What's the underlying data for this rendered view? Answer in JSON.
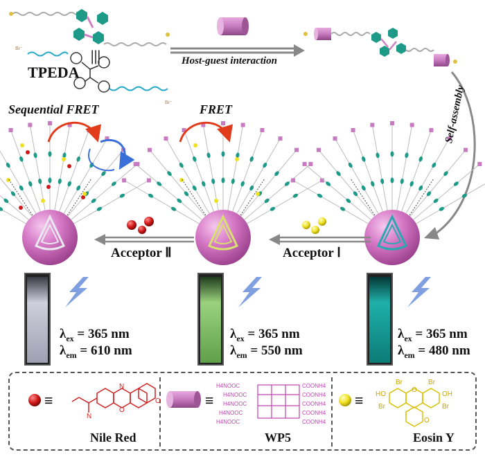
{
  "top": {
    "tpeda_label": "TPEDA",
    "host_guest_label": "Host-guest interaction",
    "self_assembly_label": "Self-assembly"
  },
  "panels": [
    {
      "id": "left",
      "fret_label": "Sequential FRET",
      "acceptor_label": "Acceptor Ⅱ",
      "lambda_ex": "= 365 nm",
      "lambda_em": "= 610 nm",
      "color": "#c8cad8"
    },
    {
      "id": "middle",
      "fret_label": "FRET",
      "acceptor_label": "Acceptor Ⅰ",
      "lambda_ex": "= 365 nm",
      "lambda_em": "= 550 nm",
      "color": "#8cc870"
    },
    {
      "id": "right",
      "fret_label": "",
      "acceptor_label": "",
      "lambda_ex": "= 365 nm",
      "lambda_em": "= 480 nm",
      "color": "#1aa4a0"
    }
  ],
  "symbols": {
    "lambda": "λ",
    "ex": "ex",
    "em": "em"
  },
  "legend": {
    "nile_red_label": "Nile Red",
    "wp5_label": "WP5",
    "eosin_label": "Eosin Y",
    "equiv": "≡",
    "wp5_groups": [
      "H4NOOC",
      "COONH4",
      "H4NOOC",
      "COONH4",
      "H4NOOC",
      "COONH4",
      "H4NOOC",
      "COONH4",
      "H4NOOC",
      "COONH4"
    ],
    "eosin_atoms": [
      "Br",
      "Br",
      "HO",
      "OH",
      "Br",
      "Br",
      "O",
      "O"
    ],
    "nile_atoms": [
      "N",
      "N",
      "O",
      "O"
    ]
  },
  "colors": {
    "sphere": "#d679c6",
    "teal": "#1e9a88",
    "pink_host": "#c77ac0",
    "red": "#d01818",
    "yellow": "#f0e020",
    "bolt": "#7f9fe0",
    "arrow": "#888888"
  }
}
